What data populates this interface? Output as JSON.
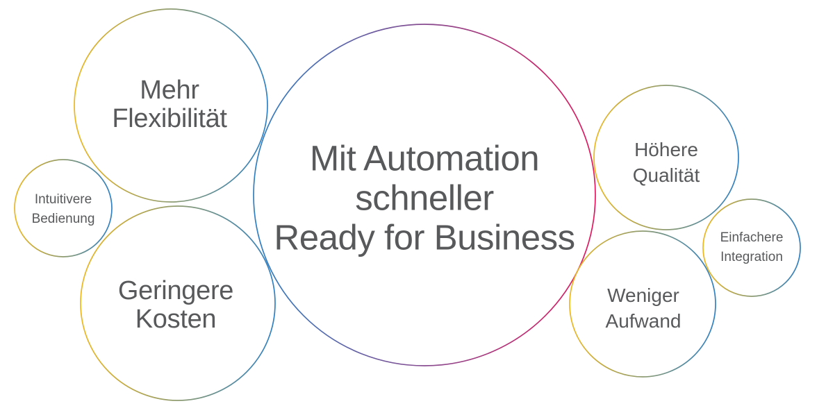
{
  "diagram": {
    "background_color": "#ffffff",
    "text_color": "#58595b",
    "colors": {
      "yellow": "#edb71e",
      "blue": "#2f80c3",
      "pink": "#e1195e"
    },
    "center_bubble": {
      "lines": [
        "Mit Automation",
        "schneller",
        "Ready for Business"
      ]
    },
    "bubbles": {
      "mehr_flexibilitaet": {
        "lines": [
          "Mehr",
          "Flexibilität"
        ]
      },
      "intuitivere_bedienung": {
        "lines": [
          "Intuitivere",
          "Bedienung"
        ]
      },
      "geringere_kosten": {
        "lines": [
          "Geringere",
          "Kosten"
        ]
      },
      "hoehere_qualitaet": {
        "lines": [
          "Höhere",
          "Qualität"
        ]
      },
      "weniger_aufwand": {
        "lines": [
          "Weniger",
          "Aufwand"
        ]
      },
      "einfachere_integration": {
        "lines": [
          "Einfachere",
          "Integration"
        ]
      }
    }
  }
}
